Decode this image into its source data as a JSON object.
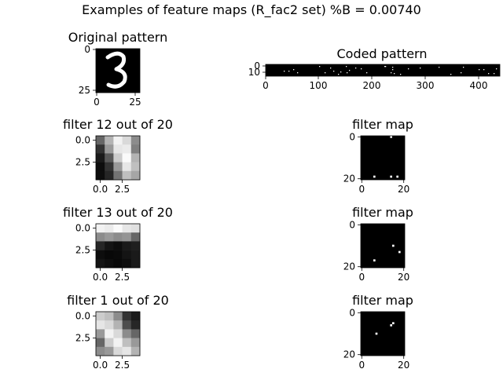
{
  "figure": {
    "title": "Examples of feature maps (R_fac2 set) %B = 0.00740"
  },
  "chart_data": [
    {
      "type": "heatmap",
      "title": "Original pattern",
      "xticks": [
        "0",
        "25"
      ],
      "yticks": [
        "0",
        "25"
      ],
      "grid": false,
      "colormap": "gray",
      "content": "handwritten digit 3 on black background"
    },
    {
      "type": "heatmap",
      "title": "Coded pattern",
      "xticks": [
        "0",
        "100",
        "200",
        "300",
        "400"
      ],
      "yticks": [
        "0",
        "10"
      ],
      "grid": false,
      "colormap": "gray",
      "content": "long black strip with sparse white pixels"
    },
    {
      "type": "heatmap",
      "title": "filter 12 out of 20",
      "xticks": [
        "0.0",
        "2.5"
      ],
      "yticks": [
        "0.0",
        "2.5"
      ],
      "grid": false,
      "colormap": "gray",
      "values": [
        [
          0.4,
          0.7,
          0.95,
          0.85,
          0.55
        ],
        [
          0.2,
          0.6,
          0.9,
          0.92,
          0.5
        ],
        [
          0.1,
          0.35,
          0.8,
          0.98,
          0.7
        ],
        [
          0.05,
          0.2,
          0.6,
          0.9,
          0.75
        ],
        [
          0.05,
          0.15,
          0.45,
          0.75,
          0.65
        ]
      ]
    },
    {
      "type": "heatmap",
      "title": "filter map",
      "xticks": [
        "0",
        "20"
      ],
      "yticks": [
        "0",
        "20"
      ],
      "grid": false,
      "colormap": "gray",
      "white_pixels": [
        [
          14,
          0
        ],
        [
          6,
          19
        ],
        [
          14,
          19
        ],
        [
          17,
          19
        ]
      ]
    },
    {
      "type": "heatmap",
      "title": "filter 13 out of 20",
      "xticks": [
        "0.0",
        "2.5"
      ],
      "yticks": [
        "0.0",
        "2.5"
      ],
      "grid": false,
      "colormap": "gray",
      "values": [
        [
          0.95,
          0.92,
          0.98,
          0.9,
          0.88
        ],
        [
          0.55,
          0.6,
          0.55,
          0.58,
          0.4
        ],
        [
          0.15,
          0.08,
          0.05,
          0.1,
          0.12
        ],
        [
          0.05,
          0.03,
          0.04,
          0.08,
          0.1
        ],
        [
          0.08,
          0.05,
          0.03,
          0.05,
          0.1
        ]
      ]
    },
    {
      "type": "heatmap",
      "title": "filter map",
      "xticks": [
        "0",
        "20"
      ],
      "yticks": [
        "0",
        "20"
      ],
      "grid": false,
      "colormap": "gray",
      "white_pixels": [
        [
          15,
          10
        ],
        [
          18,
          13
        ],
        [
          6,
          17
        ]
      ]
    },
    {
      "type": "heatmap",
      "title": "filter 1 out of 20",
      "xticks": [
        "0.0",
        "2.5"
      ],
      "yticks": [
        "0.0",
        "2.5"
      ],
      "grid": false,
      "colormap": "gray",
      "values": [
        [
          0.8,
          0.75,
          0.55,
          0.2,
          0.1
        ],
        [
          0.9,
          0.85,
          0.7,
          0.3,
          0.15
        ],
        [
          0.6,
          0.95,
          0.85,
          0.55,
          0.4
        ],
        [
          0.4,
          0.8,
          0.95,
          0.75,
          0.6
        ],
        [
          0.55,
          0.6,
          0.85,
          0.9,
          0.7
        ]
      ]
    },
    {
      "type": "heatmap",
      "title": "filter map",
      "xticks": [
        "0",
        "20"
      ],
      "yticks": [
        "0",
        "20"
      ],
      "grid": false,
      "colormap": "gray",
      "white_pixels": [
        [
          15,
          5
        ],
        [
          14,
          6
        ],
        [
          7,
          10
        ]
      ]
    }
  ]
}
